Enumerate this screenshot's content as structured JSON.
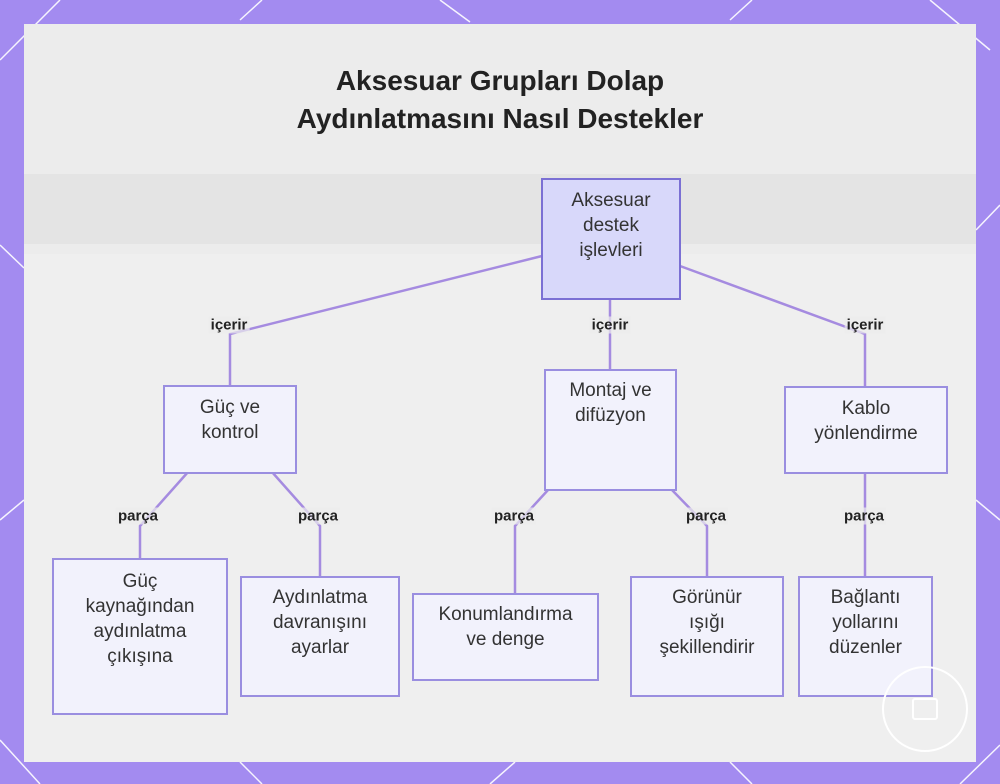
{
  "title": {
    "line1": "Aksesuar Grupları Dolap",
    "line2": "Aydınlatmasını Nasıl Destekler"
  },
  "nodes": {
    "root": [
      "Aksesuar",
      "destek",
      "işlevleri"
    ],
    "power_control": [
      "Güç ve",
      "kontrol"
    ],
    "mounting_diffusion": [
      "Montaj ve",
      "difüzyon"
    ],
    "cable_routing": [
      "Kablo",
      "yönlendirme"
    ],
    "power_output": [
      "Güç",
      "kaynağından",
      "aydınlatma",
      "çıkışına"
    ],
    "lighting_behavior": [
      "Aydınlatma",
      "davranışını",
      "ayarlar"
    ],
    "positioning": [
      "Konumlandırma",
      "ve denge"
    ],
    "visible_light": [
      "Görünür",
      "ışığı",
      "şekillendirir"
    ],
    "connection_paths": [
      "Bağlantı",
      "yollarını",
      "düzenler"
    ]
  },
  "edge_labels": {
    "contains_1": "içerir",
    "contains_2": "içerir",
    "contains_3": "içerir",
    "part_1": "parça",
    "part_2": "parça",
    "part_3": "parça",
    "part_4": "parça",
    "part_5": "parça"
  },
  "colors": {
    "background": "#a38bf0",
    "panel": "#ececec",
    "edge": "#a58be0",
    "node_fill": "#f2f2fc",
    "node_border": "#9a8ee0",
    "root_fill": "#d8d8fa"
  },
  "icons": [
    "logo-mark-icon"
  ]
}
